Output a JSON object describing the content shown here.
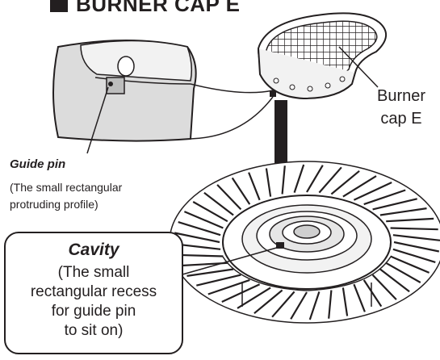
{
  "header": {
    "title": "BURNER CAP E"
  },
  "burner_cap": {
    "line1": "Burner",
    "line2": "cap E"
  },
  "guide_pin": {
    "title": "Guide pin",
    "desc_line1": "(The small rectangular",
    "desc_line2": "protruding profile)"
  },
  "cavity": {
    "title": "Cavity",
    "line1": "(The small",
    "line2": "rectangular recess",
    "line3": "for guide pin",
    "line4": "to sit on)"
  },
  "colors": {
    "ink": "#231f20",
    "shade": "#d9d9d9",
    "light": "#efefef"
  }
}
